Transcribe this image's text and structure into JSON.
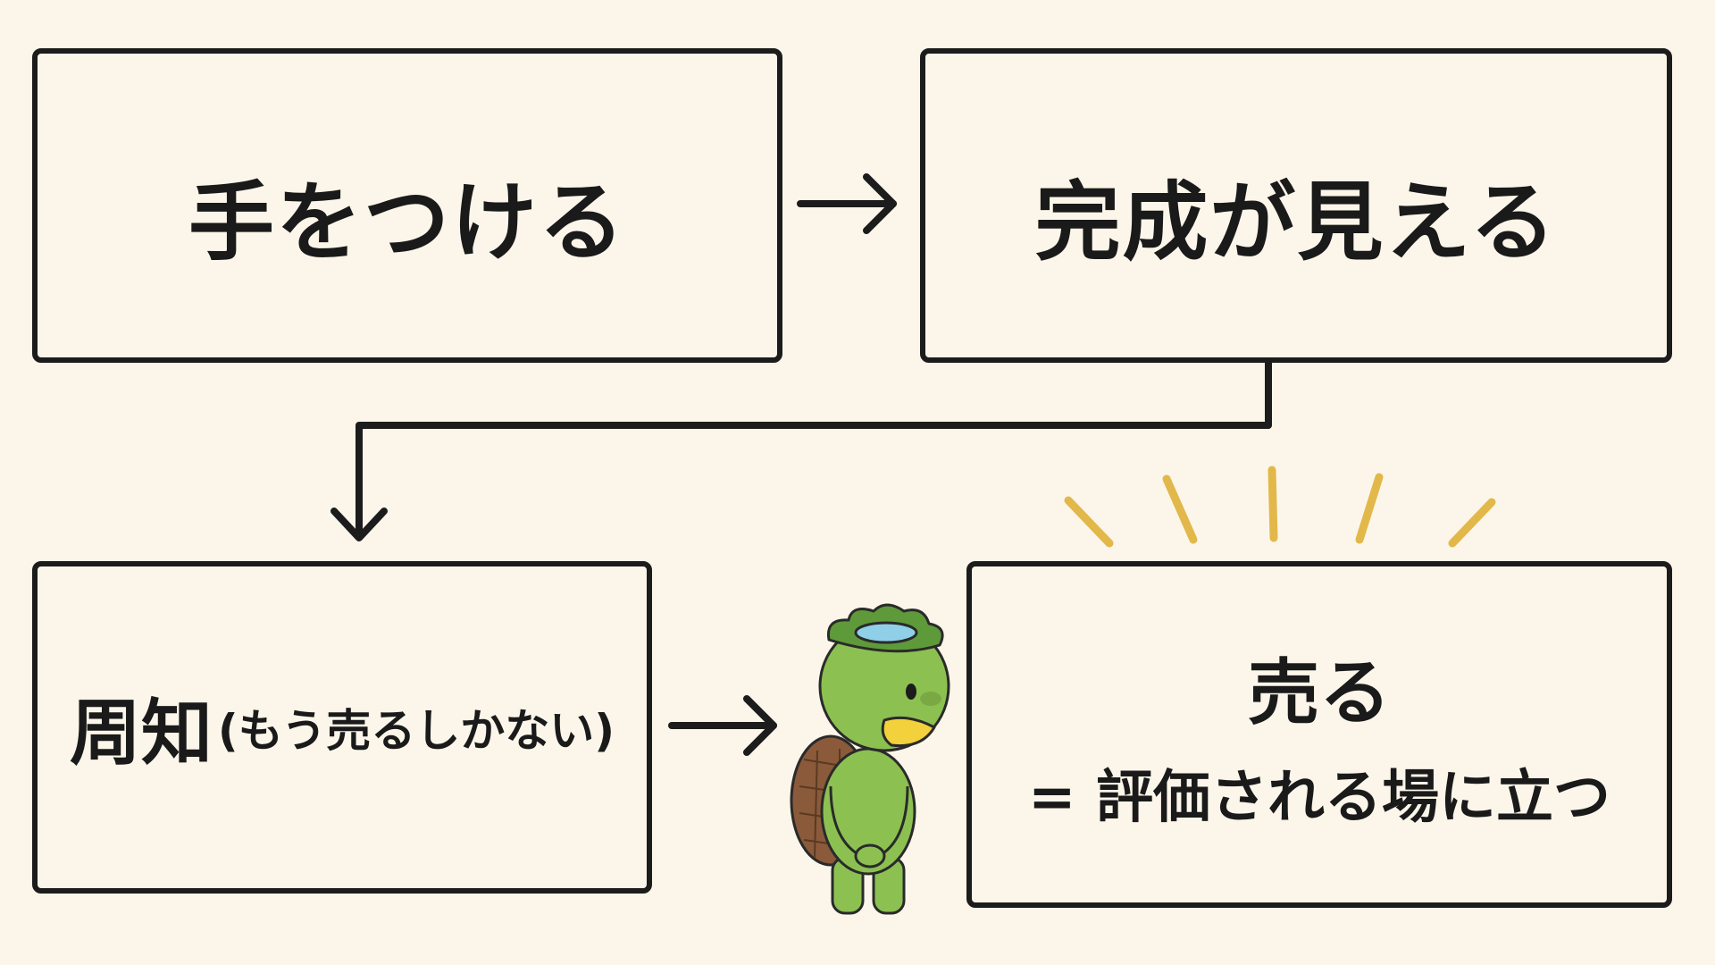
{
  "diagram": {
    "steps": [
      {
        "label": "手をつける"
      },
      {
        "label": "完成が見える"
      },
      {
        "label": "周知",
        "note": "(もう売るしかない)"
      },
      {
        "label": "売る",
        "line2": "= 評価される場に立つ"
      }
    ],
    "colors": {
      "background": "#fcf6ea",
      "stroke": "#1c1c1c",
      "sparkle": "#e2b84a",
      "character_body": "#8cc152",
      "character_leaf": "#5f9a3a",
      "character_plate": "#8fd0e8",
      "character_beak": "#f2d13c",
      "character_shell": "#8a5a3a"
    },
    "icons": [
      "arrow-right-icon",
      "arrow-down-icon",
      "sparkle-rays-icon",
      "kappa-character-icon"
    ]
  }
}
